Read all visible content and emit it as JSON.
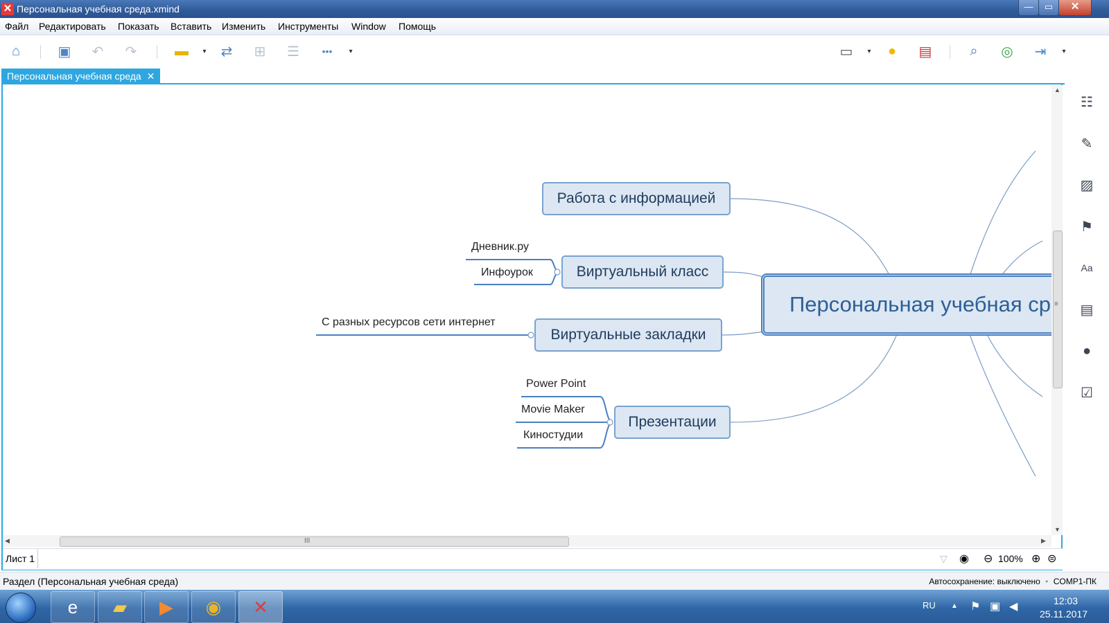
{
  "window": {
    "title": "Персональная учебная среда.xmind",
    "app_icon": "xmind-icon",
    "min": "—",
    "max": "▭",
    "close": "✕"
  },
  "menu": [
    "Файл",
    "Редактировать",
    "Показать",
    "Вставить",
    "Изменить",
    "Инструменты",
    "Window",
    "Помощь"
  ],
  "toolbar": {
    "overflow": "•••",
    "dropdown": "▾"
  },
  "tab": {
    "label": "Персональная учебная среда",
    "close": "✕"
  },
  "map": {
    "central": "Персональная учебная среда",
    "topics": [
      {
        "label": "Работа с информацией",
        "subtopics": []
      },
      {
        "label": "Виртуальный класс",
        "subtopics": [
          "Дневник.ру",
          "Инфоурок"
        ]
      },
      {
        "label": "Виртуальные закладки",
        "subtopics": [
          "С разных ресурсов сети интернет"
        ]
      },
      {
        "label": "Презентации",
        "subtopics": [
          "Power Point",
          "Movie Maker",
          "Киностудии"
        ]
      }
    ]
  },
  "scroll": {
    "h_grip": "III",
    "v_grip": "≡"
  },
  "sheet": {
    "name": "Лист 1",
    "zoom": "100%",
    "zoom_minus": "⊖",
    "zoom_plus": "⊕",
    "zoom_fit": "⊜"
  },
  "status": {
    "left": "Раздел (Персональная учебная среда)",
    "autosave": "Автосохранение: выключено",
    "computer": "COMP1-ПК"
  },
  "taskbar": {
    "lang": "RU",
    "time": "12:03",
    "date": "25.11.2017"
  },
  "colors": {
    "accent": "#2ea7e0",
    "topic_fill": "#dce7f3",
    "topic_border": "#7aa2cf",
    "central_border": "#4a7fc0"
  }
}
